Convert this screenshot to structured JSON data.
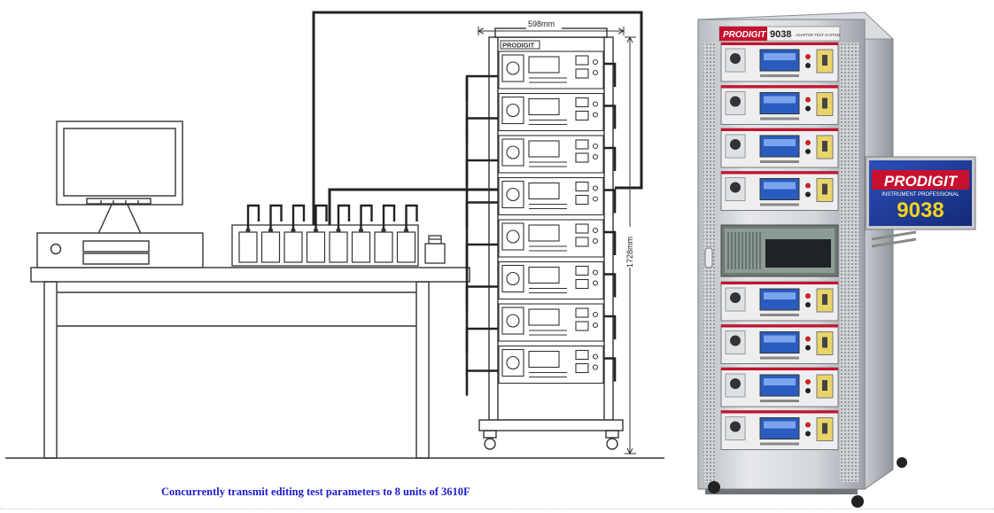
{
  "diagram": {
    "width_dimension": "598mm",
    "height_dimension": "1728mm",
    "rack_logo": "PRODIGIT",
    "rack_unit_count": 8,
    "splitter_port_count": 8
  },
  "photo": {
    "header_brand": "PRODIGIT",
    "header_model": "9038",
    "header_subtitle": "ADAPTOR TEST SYSTEM",
    "upper_unit_count": 4,
    "lower_unit_count": 4
  },
  "badge": {
    "brand": "PRODIGIT",
    "tagline": "INSTRUMENT PROFESSIONAL",
    "model": "9038"
  },
  "caption": "Concurrently transmit editing test parameters to 8 units of 3610F",
  "colors": {
    "caption": "#1b1bd0",
    "brand_red": "#c8102e",
    "badge_blue": "#1a3a9a",
    "model_yellow": "#f4d21a",
    "lcd_blue": "#2a5cc0"
  }
}
